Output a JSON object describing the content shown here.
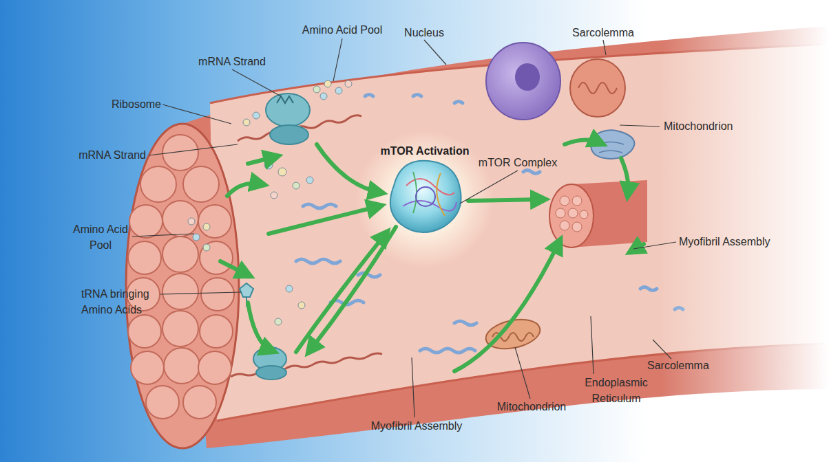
{
  "diagram": {
    "labels": [
      "Nucleus",
      "Sarcolemma",
      "Amino Acid Pool",
      "mRNA Strand",
      "Ribosome",
      "mRNA Strand",
      "mTOR Activation",
      "mTOR Complex",
      "Mitochondrion",
      "Amino Acid Pool",
      "tRNA bringing Amino Acids",
      "Myofibril Assembly",
      "Sarcolemma",
      "Endoplasmic Reticulum",
      "Mitochondrion",
      "Myofibril Assembly"
    ]
  }
}
